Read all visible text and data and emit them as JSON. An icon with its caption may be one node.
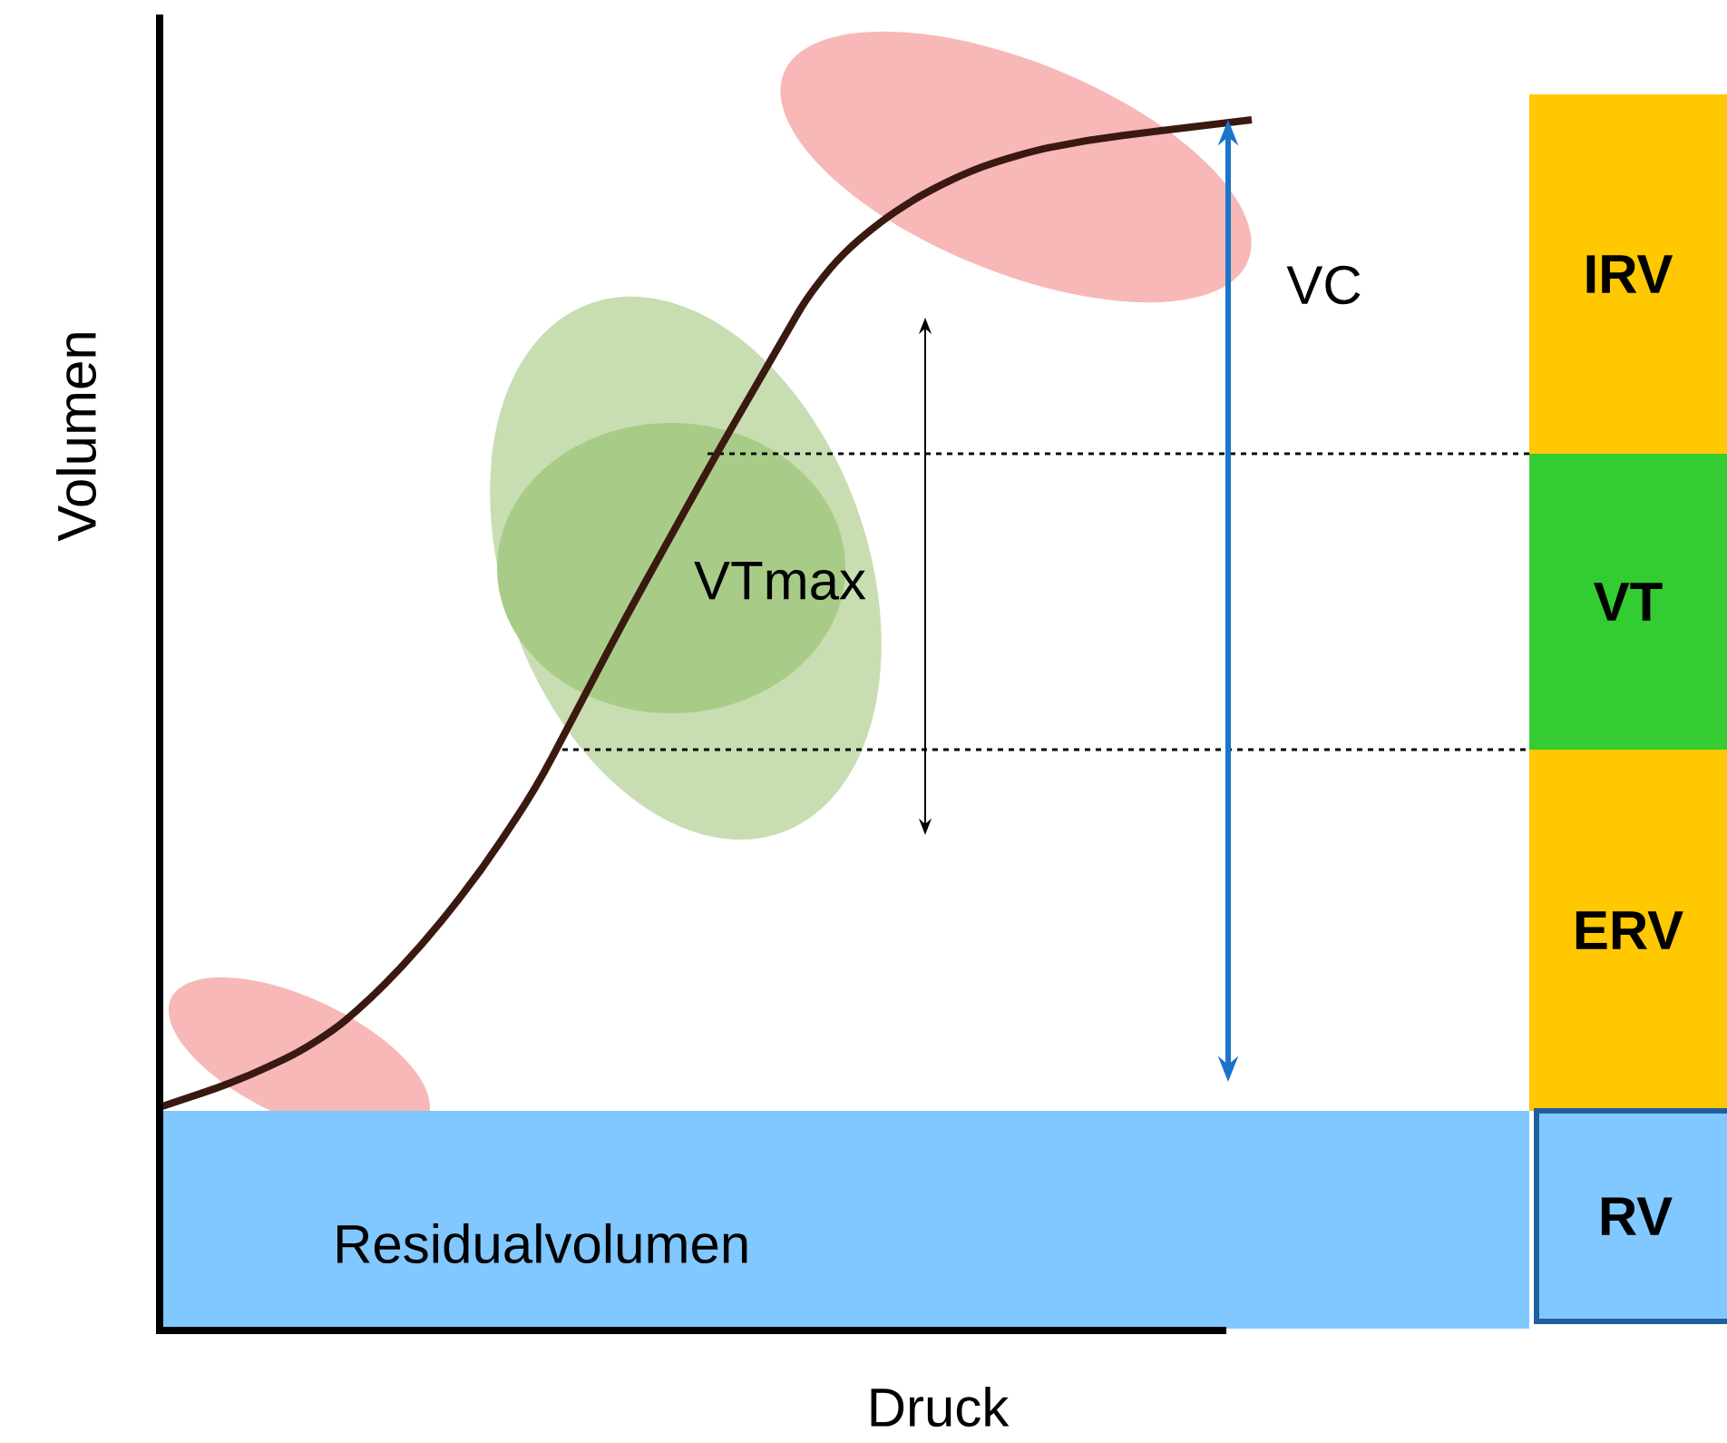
{
  "diagram": {
    "nodes": [
      {
        "text": [
          "Residualvolumen"
        ]
      },
      {
        "text": [
          "IRV"
        ]
      },
      {
        "text": [
          "VT"
        ]
      },
      {
        "text": [
          "ERV"
        ]
      },
      {
        "text": [
          "RV"
        ]
      }
    ],
    "labels": [
      "VC",
      "VTmax",
      "Volumen",
      "Druck"
    ]
  }
}
